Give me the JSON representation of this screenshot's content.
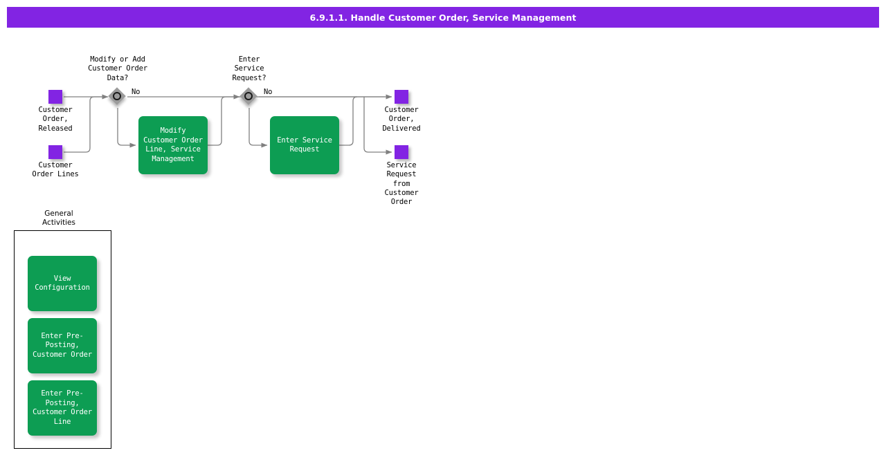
{
  "header": {
    "title": "6.9.1.1. Handle Customer Order, Service Management",
    "background_color": "#8224E3",
    "text_color": "#FFFFFF"
  },
  "palette": {
    "accent_purple": "#8224E3",
    "activity_green": "#0D9D53",
    "gateway_gray": "#9B9B9B",
    "connector_gray": "#808080",
    "canvas": "#FFFFFF"
  },
  "diagram": {
    "type": "bpmn-process-flow",
    "inputs": [
      {
        "id": "customer-order-released",
        "label": "Customer\nOrder,\nReleased",
        "shape": "data-object",
        "color": "#8224E3"
      },
      {
        "id": "customer-order-lines",
        "label": "Customer\nOrder Lines",
        "shape": "data-object",
        "color": "#8224E3"
      }
    ],
    "gateways": [
      {
        "id": "modify-or-add-gateway",
        "question": "Modify or Add\nCustomer Order\nData?",
        "shape": "diamond-event-gateway",
        "no_label": "No"
      },
      {
        "id": "enter-service-request-gateway",
        "question": "Enter\nService\nRequest?",
        "shape": "diamond-event-gateway",
        "no_label": "No"
      }
    ],
    "activities": [
      {
        "id": "modify-customer-order-line",
        "label": "Modify\nCustomer Order\nLine, Service\nManagement"
      },
      {
        "id": "enter-service-request",
        "label": "Enter Service\nRequest"
      }
    ],
    "outputs": [
      {
        "id": "customer-order-delivered",
        "label": "Customer\nOrder,\nDelivered",
        "shape": "data-object",
        "color": "#8224E3"
      },
      {
        "id": "service-request-from-customer-order",
        "label": "Service\nRequest\nfrom\nCustomer\nOrder",
        "shape": "data-object",
        "color": "#8224E3"
      }
    ],
    "group": {
      "title": "General\nActivities",
      "items": [
        {
          "id": "view-configuration",
          "label": "View\nConfiguration"
        },
        {
          "id": "enter-pre-posting-customer-order",
          "label": "Enter Pre-\nPosting,\nCustomer Order"
        },
        {
          "id": "enter-pre-posting-customer-order-line",
          "label": "Enter Pre-\nPosting,\nCustomer Order\nLine"
        }
      ]
    }
  }
}
